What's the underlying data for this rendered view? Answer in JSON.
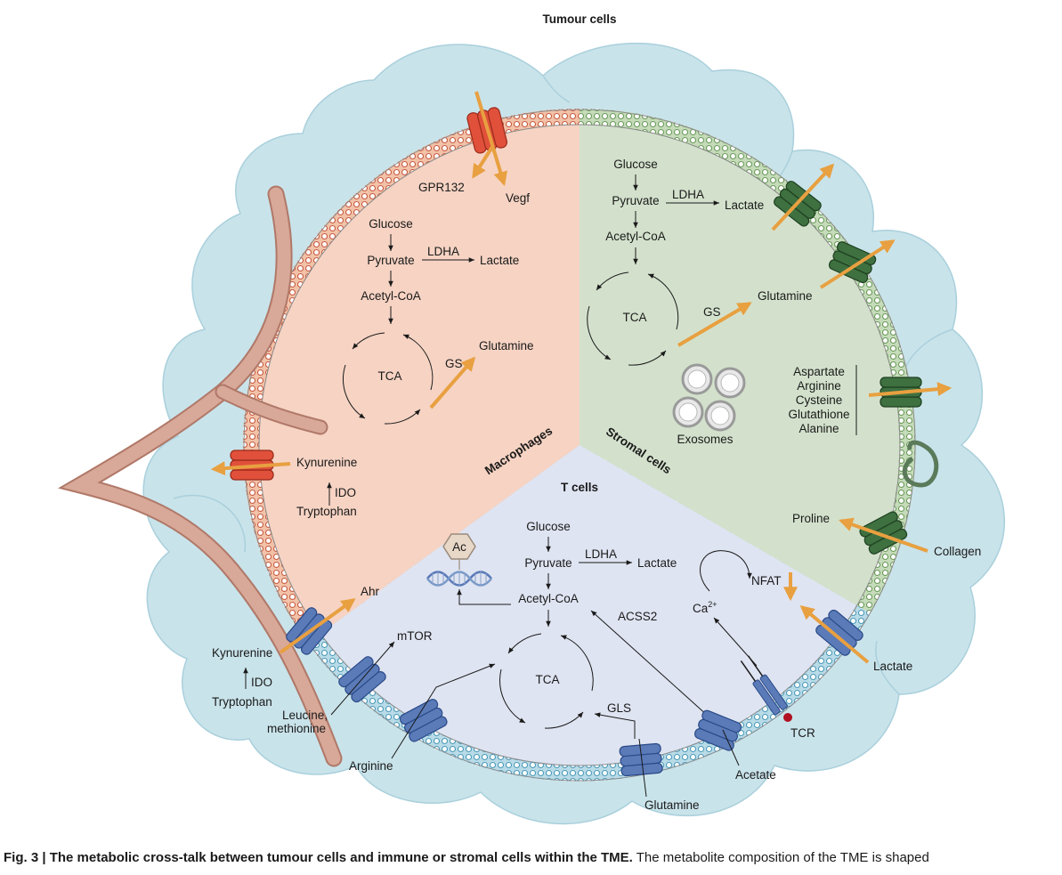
{
  "labels": {
    "tumour_cells": "Tumour cells",
    "macrophages": "Macrophages",
    "stromal_cells": "Stromal cells",
    "t_cells": "T cells",
    "gpr132": "GPR132",
    "vegf": "Vegf",
    "kynurenine": "Kynurenine",
    "ido": "IDO",
    "tryptophan": "Tryptophan",
    "glucose": "Glucose",
    "pyruvate": "Pyruvate",
    "ldha": "LDHA",
    "lactate": "Lactate",
    "acetyl_coa": "Acetyl-CoA",
    "tca": "TCA",
    "gs": "GS",
    "glutamine": "Glutamine",
    "exosomes": "Exosomes",
    "aspartate": "Aspartate",
    "arginine": "Arginine",
    "cysteine": "Cysteine",
    "glutathione": "Glutathione",
    "alanine": "Alanine",
    "proline": "Proline",
    "collagen": "Collagen",
    "ahr": "Ahr",
    "mtor": "mTOR",
    "leucine": "Leucine,",
    "methionine": "methionine",
    "ac": "Ac",
    "acss2": "ACSS2",
    "gls": "GLS",
    "nfat": "NFAT",
    "ca": "Ca",
    "ca_sup": "2+",
    "tcr": "TCR",
    "acetate": "Acetate"
  },
  "caption": {
    "bold": "Fig. 3 | The metabolic cross-talk between tumour cells and immune or stromal cells within the TME.",
    "rest": " The metabolite composition of the TME is shaped"
  },
  "colors": {
    "macrophage_region": "#f6d3c3",
    "stromal_region": "#d3e1cc",
    "tcell_region": "#dfe4f2",
    "tumour_cell": "#c9e3ea",
    "macrophage_channel": "#e0503a",
    "stromal_channel": "#3e7040",
    "tcell_channel": "#5a7ab8",
    "arrow_orange": "#e8a040",
    "vessel": "#d4a090"
  }
}
